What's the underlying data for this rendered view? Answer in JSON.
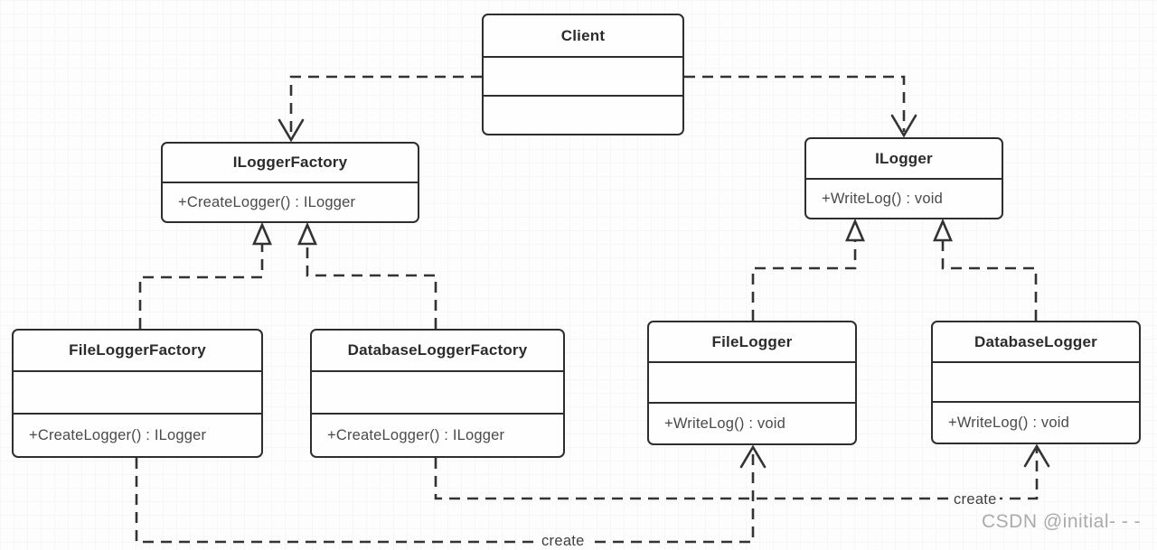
{
  "diagram": {
    "type": "uml-class-diagram",
    "pattern": "Factory Method (Logger example)",
    "classes": {
      "client": {
        "name": "Client"
      },
      "ilogger_factory": {
        "name": "ILoggerFactory",
        "method": "+CreateLogger() : ILogger"
      },
      "ilogger": {
        "name": "ILogger",
        "method": "+WriteLog() : void"
      },
      "file_logger_factory": {
        "name": "FileLoggerFactory",
        "method": "+CreateLogger() : ILogger"
      },
      "database_logger_factory": {
        "name": "DatabaseLoggerFactory",
        "method": "+CreateLogger() : ILogger"
      },
      "file_logger": {
        "name": "FileLogger",
        "method": "+WriteLog() : void"
      },
      "database_logger": {
        "name": "DatabaseLogger",
        "method": "+WriteLog() : void"
      }
    },
    "relationships": [
      {
        "from": "Client",
        "to": "ILoggerFactory",
        "type": "dependency",
        "style": "dashed-open-arrow"
      },
      {
        "from": "Client",
        "to": "ILogger",
        "type": "dependency",
        "style": "dashed-open-arrow"
      },
      {
        "from": "FileLoggerFactory",
        "to": "ILoggerFactory",
        "type": "realization",
        "style": "dashed-hollow-triangle"
      },
      {
        "from": "DatabaseLoggerFactory",
        "to": "ILoggerFactory",
        "type": "realization",
        "style": "dashed-hollow-triangle"
      },
      {
        "from": "FileLogger",
        "to": "ILogger",
        "type": "realization",
        "style": "dashed-hollow-triangle"
      },
      {
        "from": "DatabaseLogger",
        "to": "ILogger",
        "type": "realization",
        "style": "dashed-hollow-triangle"
      },
      {
        "from": "FileLoggerFactory",
        "to": "FileLogger",
        "type": "dependency",
        "label": "create"
      },
      {
        "from": "DatabaseLoggerFactory",
        "to": "DatabaseLogger",
        "type": "dependency",
        "label": "create"
      }
    ],
    "edge_labels": {
      "file_create": "create",
      "database_create": "create"
    },
    "colors": {
      "line": "#333333",
      "box_border": "#2e2e2e",
      "box_fill": "#fefefe",
      "method_text": "#4a4a4a",
      "watermark_text": "#ababab"
    },
    "watermark": "CSDN @initial- - -"
  }
}
